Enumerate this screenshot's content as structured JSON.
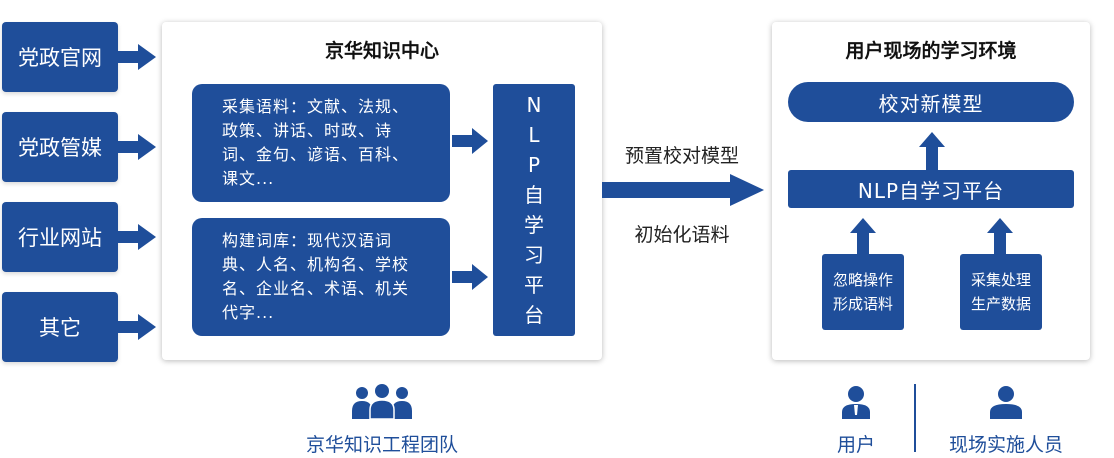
{
  "sources": [
    "党政官网",
    "党政管媒",
    "行业网站",
    "其它"
  ],
  "center_panel": {
    "title": "京华知识中心",
    "corpus_lines": [
      "采集语料：文献、法规、",
      "政策、讲话、时政、诗",
      "词、金句、谚语、百科、",
      "课文..."
    ],
    "lexicon_lines": [
      "构建词库：现代汉语词",
      "典、人名、机构名、学校",
      "名、企业名、术语、机关",
      "代字..."
    ],
    "platform_chars": [
      "N",
      "L",
      "P",
      "自",
      "学",
      "习",
      "平",
      "台"
    ]
  },
  "transfer": {
    "top_label": "预置校对模型",
    "bottom_label": "初始化语料"
  },
  "right_panel": {
    "title": "用户现场的学习环境",
    "new_model": "校对新模型",
    "platform": "NLP自学习平台",
    "left_box": [
      "忽略操作",
      "形成语料"
    ],
    "right_box": [
      "采集处理",
      "生产数据"
    ]
  },
  "bottom": {
    "team_label": "京华知识工程团队",
    "user_label": "用户",
    "staff_label": "现场实施人员"
  },
  "colors": {
    "primary": "#1f4e9a",
    "panel_bg": "#ffffff"
  },
  "icons": [
    "arrow-right-icon",
    "arrow-up-icon",
    "team-icon",
    "user-icon",
    "staff-icon"
  ]
}
